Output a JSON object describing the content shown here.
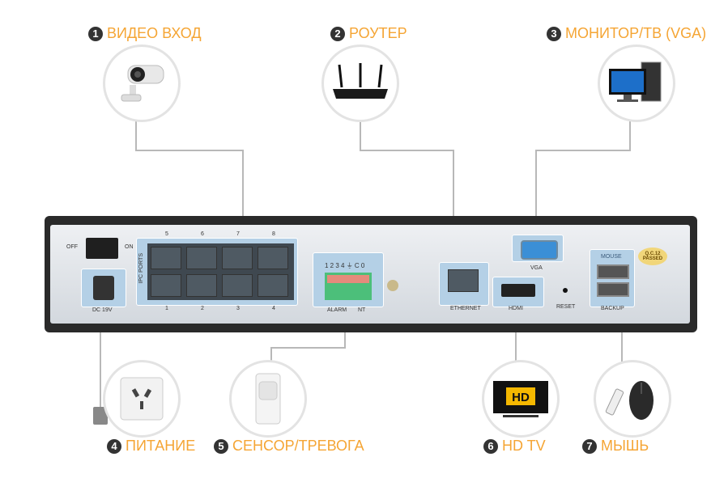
{
  "callouts": [
    {
      "num": "1",
      "label": "ВИДЕО ВХОД",
      "icon": "camera-icon"
    },
    {
      "num": "2",
      "label": "РОУТЕР",
      "icon": "router-icon"
    },
    {
      "num": "3",
      "label": "МОНИТОР/ТВ (VGA)",
      "icon": "monitor-icon"
    },
    {
      "num": "4",
      "label": "ПИТАНИЕ",
      "icon": "power-socket-icon"
    },
    {
      "num": "5",
      "label": "СЕНСОР/ТРЕВОГА",
      "icon": "motion-sensor-icon"
    },
    {
      "num": "6",
      "label": "HD TV",
      "icon": "tv-icon"
    },
    {
      "num": "7",
      "label": "МЫШЬ",
      "icon": "mouse-icon"
    }
  ],
  "panel": {
    "off": "OFF",
    "on": "ON",
    "dc": "DC 19V",
    "ipc_ports": "IPC PORTS",
    "port_top": [
      "5",
      "6",
      "7",
      "8"
    ],
    "port_bottom": [
      "1",
      "2",
      "3",
      "4"
    ],
    "alarm_pins": "1 2 3 4 ⏚ C 0",
    "alarm": "ALARM",
    "nt": "NT",
    "ethernet": "ETHERNET",
    "vga": "VGA",
    "hdmi": "HDMI",
    "reset": "RESET",
    "mouse": "MOUSE",
    "backup": "BACKUP",
    "qc": "Q.C.12 PASSED",
    "hd_badge": "HD"
  },
  "colors": {
    "accent": "#f5a534",
    "badge": "#333333"
  }
}
